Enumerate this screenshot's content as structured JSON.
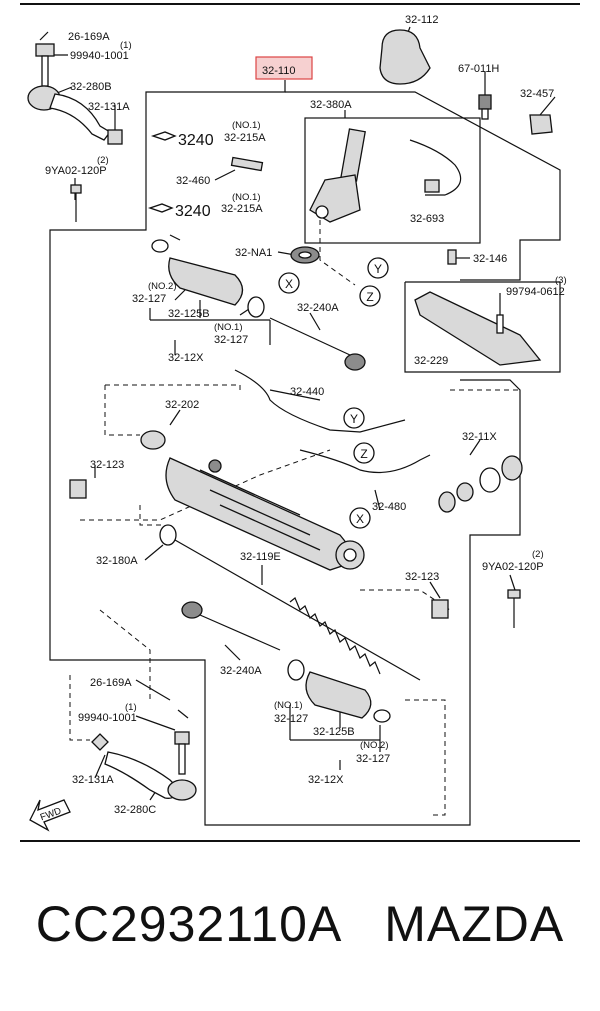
{
  "labels": {
    "l_26169A_top": "26-169A",
    "l_99940_top": "99940-1001",
    "l_no1_top": "(1)",
    "l_32280B": "32-280B",
    "l_32131A_top": "32-131A",
    "l_no2_9ya": "(2)",
    "l_9YA02_left": "9YA02-120P",
    "l_32110": "32-110",
    "l_32112": "32-112",
    "l_67011H": "67-011H",
    "l_32457": "32-457",
    "l_32380A": "32-380A",
    "l_no1_a": "(NO.1)",
    "l_3240_a": "3240",
    "l_32215A_a": "32-215A",
    "l_32460": "32-460",
    "l_no1_b": "(NO.1)",
    "l_3240_b": "3240",
    "l_32215A_b": "32-215A",
    "l_32693": "32-693",
    "l_32NA1": "32-NA1",
    "l_32146": "32-146",
    "l_no3": "(3)",
    "l_99794": "99794-0612",
    "l_no2_127a": "(NO.2)",
    "l_32127_a": "32-127",
    "l_32125B_a": "32-125B",
    "l_no1_127b": "(NO.1)",
    "l_32127_b": "32-127",
    "l_32240A_a": "32-240A",
    "l_3212X_a": "32-12X",
    "l_32229": "32-229",
    "l_32440": "32-440",
    "l_32202": "32-202",
    "l_3211X": "32-11X",
    "l_32123_a": "32-123",
    "l_32480": "32-480",
    "l_32180A": "32-180A",
    "l_32119E": "32-119E",
    "l_32123_b": "32-123",
    "l_no2_9yb": "(2)",
    "l_9YA02_right": "9YA02-120P",
    "l_32240A_b": "32-240A",
    "l_26169A_bot": "26-169A",
    "l_no1_bot": "(1)",
    "l_99940_bot": "99940-1001",
    "l_no1_127c": "(NO.1)",
    "l_32127_c": "32-127",
    "l_32125B_b": "32-125B",
    "l_no2_127d": "(NO.2)",
    "l_32127_d": "32-127",
    "l_3212X_b": "32-12X",
    "l_32131A_bot": "32-131A",
    "l_32280C": "32-280C",
    "fwd": "FWD"
  },
  "callouts": {
    "x1": "X",
    "y1": "Y",
    "z1": "Z",
    "y2": "Y",
    "z2": "Z",
    "x2": "X"
  },
  "footer": {
    "part_number": "CC2932110A",
    "brand": "MAZDA"
  },
  "colors": {
    "highlight": "#f6d0d0",
    "highlight_border": "#dd4444",
    "ink": "#111111"
  }
}
